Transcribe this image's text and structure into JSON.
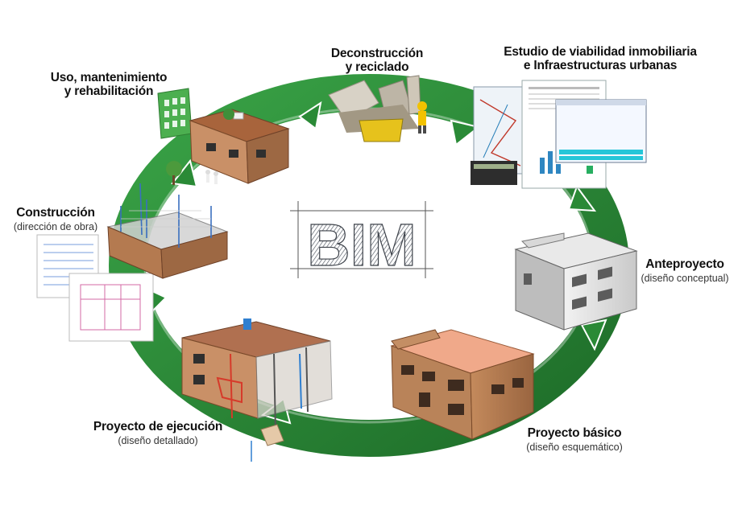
{
  "center": {
    "label": "BIM"
  },
  "stages": [
    {
      "id": "deconstruccion",
      "title_line1": "Deconstrucción",
      "title_line2": "y reciclado",
      "subtitle": ""
    },
    {
      "id": "viabilidad",
      "title_line1": "Estudio de viabilidad inmobiliaria",
      "title_line2": "e Infraestructuras urbanas",
      "subtitle": ""
    },
    {
      "id": "anteproyecto",
      "title_line1": "Anteproyecto",
      "title_line2": "",
      "subtitle": "(diseño conceptual)"
    },
    {
      "id": "proyecto-basico",
      "title_line1": "Proyecto básico",
      "title_line2": "",
      "subtitle": "(diseño esquemático)"
    },
    {
      "id": "proyecto-ejecucion",
      "title_line1": "Proyecto de ejecución",
      "title_line2": "",
      "subtitle": "(diseño detallado)"
    },
    {
      "id": "construccion",
      "title_line1": "Construcción",
      "title_line2": "",
      "subtitle": "(dirección de obra)"
    },
    {
      "id": "uso",
      "title_line1": "Uso, mantenimiento",
      "title_line2": "y rehabilitación",
      "subtitle": ""
    }
  ],
  "colors": {
    "cycle_green": "#2e8b3a",
    "cycle_green_dark": "#1f6e2a",
    "brick": "#b57b4e",
    "brick_dark": "#8c5a34",
    "roof_salmon": "#f0a98a",
    "bim_text": "#4a4f57"
  }
}
